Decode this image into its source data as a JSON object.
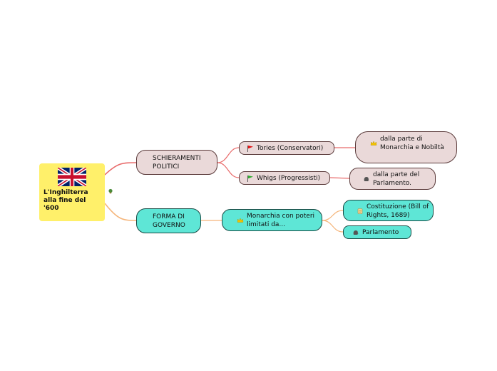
{
  "root": {
    "label": "L'Inghilterra alla fine del '600",
    "icon": "uk-flag-icon"
  },
  "branches": {
    "schieramenti": {
      "label": "SCHIERAMENTI POLITICI"
    },
    "forma": {
      "label": "FORMA DI GOVERNO"
    }
  },
  "nodes": {
    "tories": {
      "label": "Tories (Conservatori)",
      "icon": "red-flag-icon"
    },
    "tories_child": {
      "label": "dalla parte di Monarchia e Nobiltà",
      "icon": "crown-icon"
    },
    "whigs": {
      "label": "Whigs (Progressisti)",
      "icon": "green-flag-icon"
    },
    "whigs_child": {
      "label": "dalla parte del Parlamento.",
      "icon": "speaking-head-icon"
    },
    "monarchia": {
      "label": "Monarchia con poteri limitati da...",
      "icon": "crown-icon"
    },
    "costituzione": {
      "label": "Costituzione (Bill of Rights, 1689)",
      "icon": "scroll-icon"
    },
    "parlamento": {
      "label": "Parlamento",
      "icon": "speaking-head-icon"
    }
  },
  "colors": {
    "root_bg": "#fff06a",
    "gray_node": "#ead9d9",
    "teal_node": "#5ee6d6",
    "link_red": "#e86a6a",
    "link_orange": "#f5b57a"
  }
}
